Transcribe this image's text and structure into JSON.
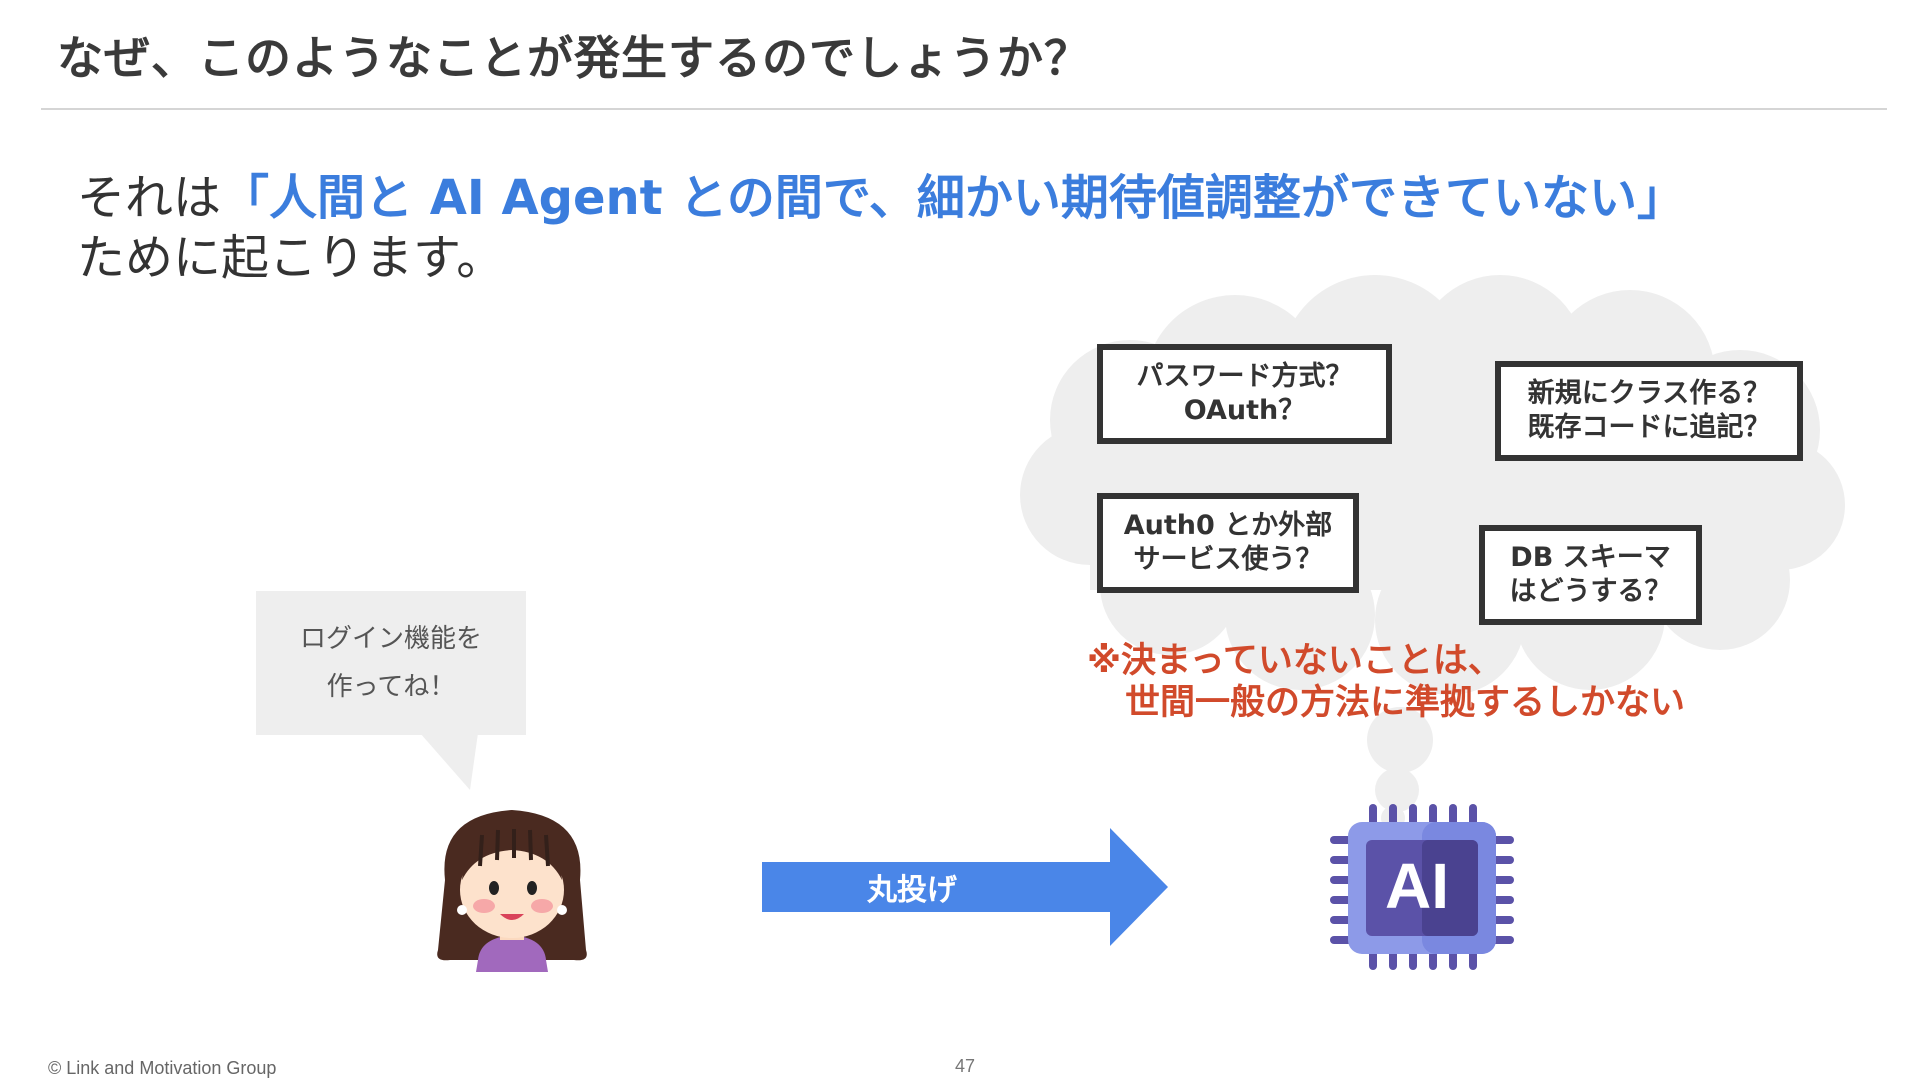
{
  "slide": {
    "title": "なぜ、このようなことが発生するのでしょうか？",
    "lead": {
      "prefix": "それは",
      "highlight": "「人間と AI Agent との間で、細かい期待値調整ができていない」",
      "suffix": "ために起こります。"
    },
    "cloud_questions": [
      {
        "line1": "パスワード方式？",
        "line2": "OAuth？"
      },
      {
        "line1": "新規にクラス作る？",
        "line2": "既存コードに追記？"
      },
      {
        "line1": "Auth0 とか外部",
        "line2": "サービス使う？"
      },
      {
        "line1": "DB スキーマ",
        "line2": "はどうする？"
      }
    ],
    "note": {
      "line1": "※決まっていないことは、",
      "line2": "世間一般の方法に準拠するしかない"
    },
    "speech_bubble": {
      "line1": "ログイン機能を",
      "line2": "作ってね！"
    },
    "arrow_label": "丸投げ",
    "ai_chip_label": "AI",
    "footer": {
      "copyright": "© Link and Motivation Group",
      "page_number": "47"
    }
  },
  "colors": {
    "highlight_blue": "#3b7ddd",
    "note_red": "#d14a2b",
    "arrow_blue": "#4a86e8",
    "cloud_gray": "#eeeeee",
    "chip_purple": "#5b52a8",
    "chip_lavender": "#8d9ae8"
  },
  "icons": [
    "woman-avatar-icon",
    "ai-chip-icon",
    "thought-cloud-icon",
    "right-arrow-icon"
  ]
}
